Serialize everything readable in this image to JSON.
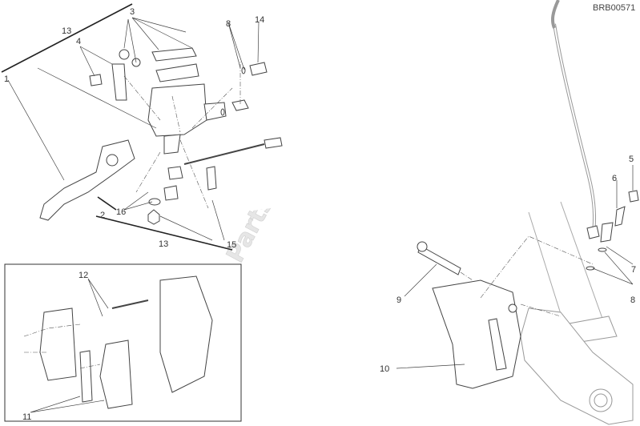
{
  "diagram": {
    "code": "BRB00571",
    "watermark": "PartsRepublik",
    "callouts": {
      "c1": "1",
      "c2": "2",
      "c3": "3",
      "c4": "4",
      "c5": "5",
      "c6": "6",
      "c7": "7",
      "c8a": "8",
      "c8b": "8",
      "c9": "9",
      "c10": "10",
      "c11": "11",
      "c12": "12",
      "c13a": "13",
      "c13b": "13",
      "c14": "14",
      "c15": "15",
      "c16": "16"
    }
  }
}
